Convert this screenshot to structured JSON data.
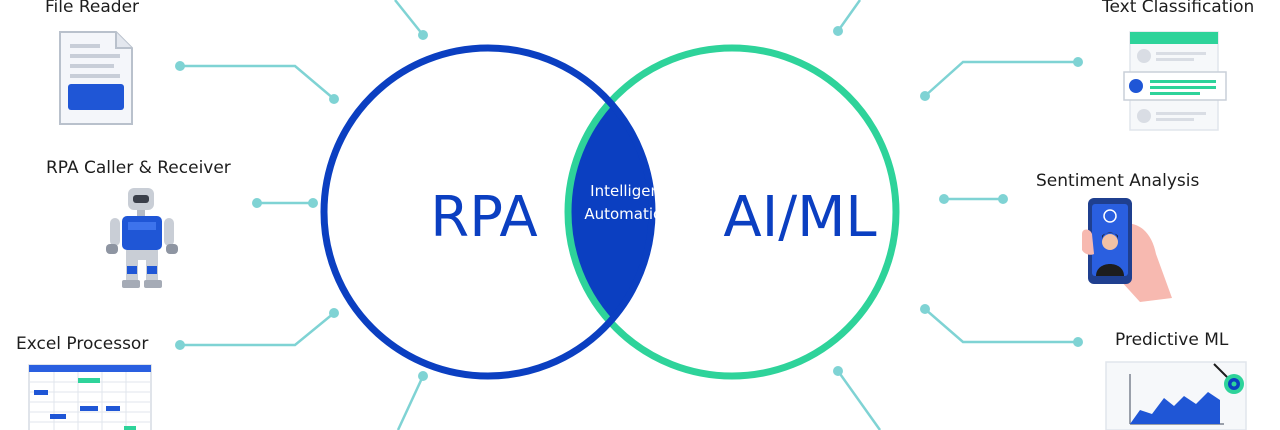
{
  "colors": {
    "rpa_blue": "#0b3fc1",
    "ai_green": "#2ed39a",
    "connector_teal": "#7fd3d4",
    "text_dark": "#1d1d1d"
  },
  "venn": {
    "left_label": "RPA",
    "right_label": "AI/ML",
    "intersection_line1": "Intelligent",
    "intersection_line2": "Automation"
  },
  "left_items": [
    {
      "label": "File Reader",
      "icon": "document-icon"
    },
    {
      "label": "RPA Caller & Receiver",
      "icon": "robot-icon"
    },
    {
      "label": "Excel Processor",
      "icon": "spreadsheet-icon"
    }
  ],
  "right_items": [
    {
      "label": "Text Classification",
      "icon": "classification-list-icon"
    },
    {
      "label": "Sentiment Analysis",
      "icon": "phone-face-icon"
    },
    {
      "label": "Predictive ML",
      "icon": "area-chart-target-icon"
    }
  ]
}
